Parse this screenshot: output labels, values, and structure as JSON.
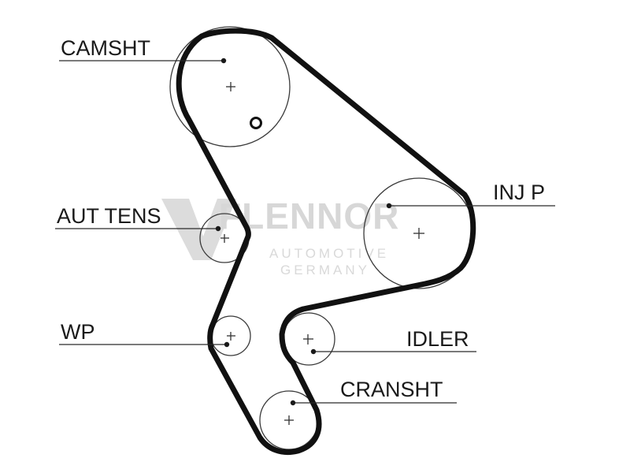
{
  "labels": {
    "camshaft": "CAMSHT",
    "injection_pump": "INJ P",
    "auto_tensioner": "AUT TENS",
    "water_pump": "WP",
    "idler": "IDLER",
    "crankshaft": "CRANSHT"
  },
  "watermark": {
    "brand": "FLENNOR",
    "line1": "AUTOMOTIVE",
    "line2": "GERMANY"
  },
  "colors": {
    "belt": "#111111",
    "pulley_outline": "#3a3a3a",
    "text": "#1a1a1a",
    "watermark": "#d7d7d7"
  }
}
